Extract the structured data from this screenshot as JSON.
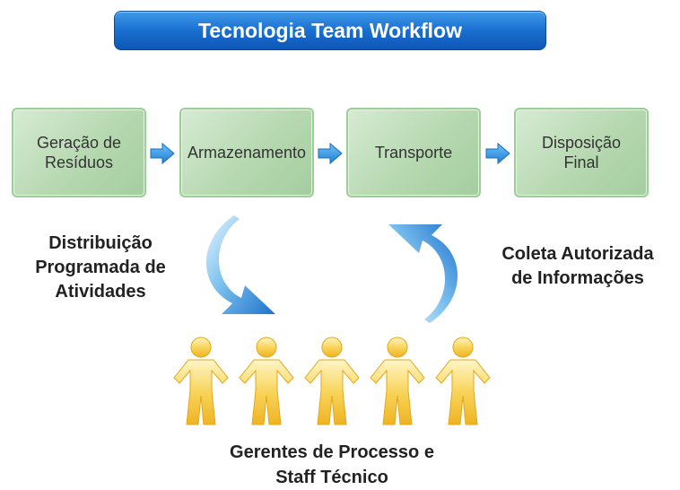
{
  "title": "Tecnologia Team Workflow",
  "steps": [
    {
      "label": "Geração de\nResíduos"
    },
    {
      "label": "Armazenamento"
    },
    {
      "label": "Transporte"
    },
    {
      "label": "Disposição\nFinal"
    }
  ],
  "left_label": "Distribuição\nProgramada de\nAtividades",
  "right_label": "Coleta Autorizada\nde Informações",
  "bottom_label": "Gerentes de Processo e\nStaff Técnico",
  "colors": {
    "title_bg": "#1a6fd0",
    "step_bg": "#b6d8b0",
    "arrow_blue": "#2a8ae0",
    "people": "#f5c842"
  }
}
